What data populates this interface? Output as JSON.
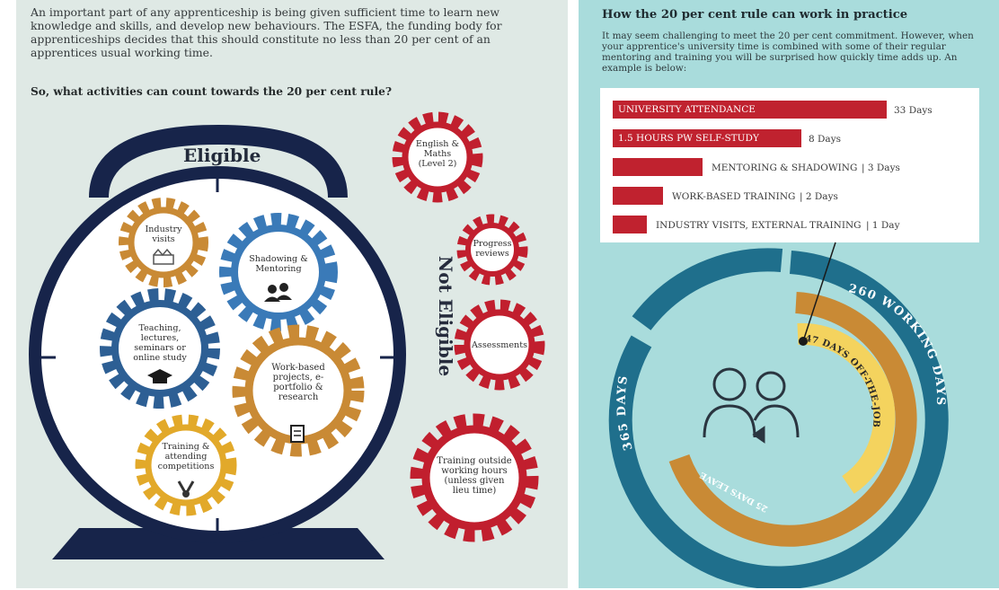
{
  "left": {
    "intro": "An important part of any apprenticeship is being given sufficient time to learn new knowledge and skills, and develop new behaviours. The ESFA, the funding body for apprenticeships decides that this should constitute no less than 20 per cent of an apprentices usual working time.",
    "question": "So, what activities can count towards the 20 per cent rule?",
    "eligible_label": "Eligible",
    "not_eligible_label": "Not Eligible",
    "eligible_items": [
      {
        "label": "Industry visits",
        "icon": "factory-icon",
        "color": "#c98a35"
      },
      {
        "label": "Shadowing & Mentoring",
        "icon": "people-icon",
        "color": "#3a7ab8"
      },
      {
        "label": "Teaching, lectures, seminars or online study",
        "icon": "graduation-cap-icon",
        "color": "#2d5f94"
      },
      {
        "label": "Work-based projects, e-portfolio & research",
        "icon": "document-icon",
        "color": "#c98a35"
      },
      {
        "label": "Training & attending competitions",
        "icon": "medal-icon",
        "color": "#e2a92a"
      }
    ],
    "not_eligible_items": [
      {
        "label": "English & Maths (Level 2)"
      },
      {
        "label": "Progress reviews"
      },
      {
        "label": "Assessments"
      },
      {
        "label": "Training outside working hours (unless given lieu time)"
      }
    ],
    "colors": {
      "navy": "#17244a",
      "red": "#c11f2e",
      "background": "#dfe9e5"
    }
  },
  "right": {
    "title": "How the 20 per cent rule can work in practice",
    "intro": "It may seem challenging to meet the 20 per cent commitment. However, when your apprentice's university time is combined with some of their regular mentoring and training you will be surprised how quickly time adds up. An example is below:",
    "chart_data": {
      "type": "bar",
      "categories": [
        "UNIVERSITY ATTENDANCE",
        "1.5 HOURS PW SELF-STUDY",
        "MENTORING & SHADOWING",
        "WORK-BASED TRAINING",
        "INDUSTRY VISITS, EXTERNAL TRAINING"
      ],
      "values": [
        33,
        8,
        3,
        2,
        1
      ],
      "value_labels": [
        "33 Days",
        "8 Days",
        "| 3 Days",
        "| 2 Days",
        "| 1 Day"
      ],
      "color": "#c0222f"
    },
    "rings": {
      "outer_label": "365 DAYS",
      "middle_label": "260 WORKING DAYS",
      "leave_label": "25 DAYS LEAVE",
      "inner_label": "47 DAYS OFF-THE-JOB",
      "colors": {
        "outer": "#1f6f8c",
        "middle": "#c98a35",
        "inner": "#f4d35e"
      }
    },
    "background": "#a9dcdc"
  }
}
